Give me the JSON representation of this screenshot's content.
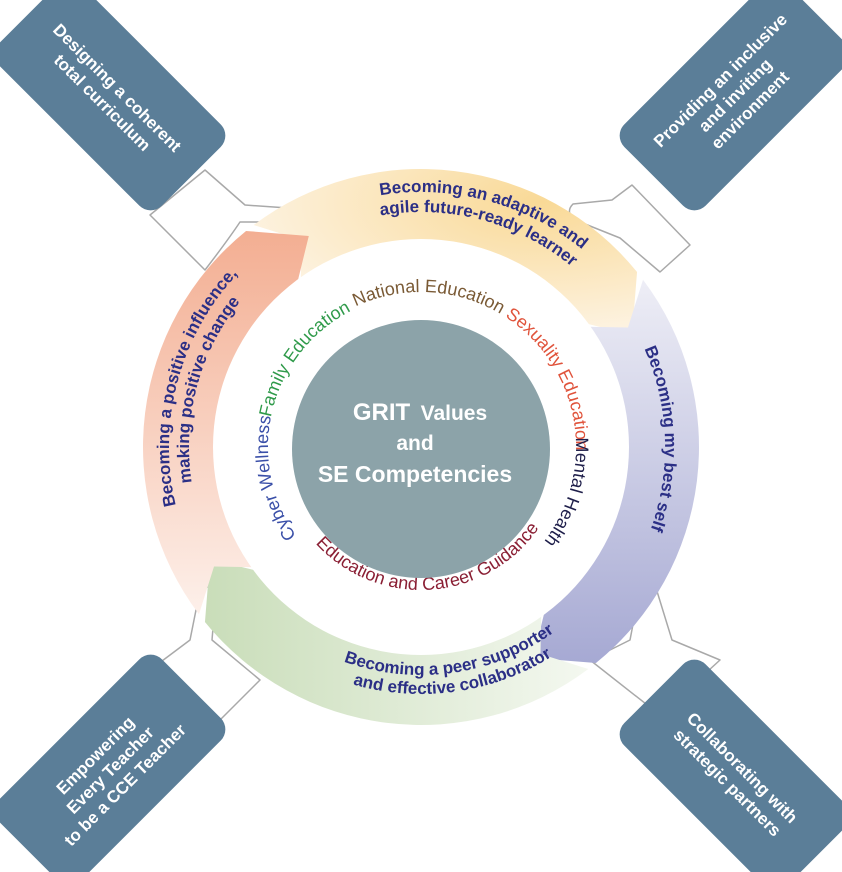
{
  "center": {
    "line1_bold": "GRIT",
    "line1_rest": "Values",
    "line2": "and",
    "line3": "SE Competencies",
    "color": "#8ca3a9"
  },
  "inner_ring": {
    "items": [
      {
        "label": "National Education",
        "color": "#7a5a35"
      },
      {
        "label": "Sexuality Education",
        "color": "#e0533b"
      },
      {
        "label": "Mental Health",
        "color": "#1e1e4a"
      },
      {
        "label": "Education and Career Guidance",
        "color": "#8a1f34"
      },
      {
        "label": "Cyber Wellness",
        "color": "#3a4fa8"
      },
      {
        "label": "Family Education",
        "color": "#2f9a4a"
      }
    ]
  },
  "outer_segments": [
    {
      "lines": [
        "Becoming an adaptive and",
        "agile future-ready learner"
      ],
      "color": "#f9dc9a"
    },
    {
      "lines": [
        "Becoming my best self"
      ],
      "color": "#a9acd6"
    },
    {
      "lines": [
        "Becoming a peer supporter",
        "and effective collaborator"
      ],
      "color": "#cfe0c2"
    },
    {
      "lines": [
        "Becoming a positive influence,",
        "making positive change"
      ],
      "color": "#f4b49a"
    }
  ],
  "cards": [
    {
      "lines": [
        "Designing a coherent",
        "total curriculum"
      ]
    },
    {
      "lines": [
        "Providing an inclusive",
        "and inviting",
        "environment"
      ]
    },
    {
      "lines": [
        "Collaborating with",
        "strategic partners"
      ]
    },
    {
      "lines": [
        "Empowering",
        "Every Teacher",
        "to be a CCE Teacher"
      ]
    }
  ],
  "card_color": "#5b7e98",
  "segment_text_color": "#2b2f86"
}
